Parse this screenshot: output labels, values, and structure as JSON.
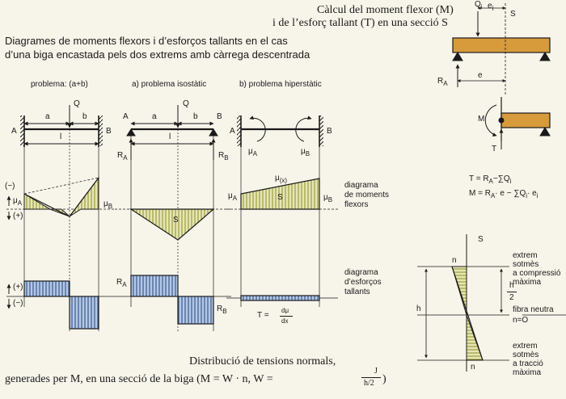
{
  "header": {
    "moment_title_1": "Càlcul del moment flexor (M)",
    "moment_title_2": "i de l’esforç tallant (T) en una secció S",
    "main_title_1": "Diagrames de moments flexors i d’esforços tallants en el cas",
    "main_title_2": "d’una biga encastada pels dos extrems amb càrrega descentrada"
  },
  "panels": {
    "left": "problema: (a+b)",
    "middle": "a) problema isostàtic",
    "right": "b) problema hiperstàtic"
  },
  "labels": {
    "A": "A",
    "B": "B",
    "Q": "Q",
    "a": "a",
    "b": "b",
    "l": "l",
    "RA": "R",
    "RA_sub": "A",
    "RB": "R",
    "RB_sub": "B",
    "mu": "μ",
    "mu_A_sub": "A",
    "mu_B_sub": "B",
    "mu_x_sub": "(x)",
    "S": "S",
    "minus": "(−)",
    "plus": "(+)",
    "Qi": "Q",
    "Qi_sub": "i",
    "ei": "e",
    "ei_sub": "i",
    "e": "e",
    "M": "M",
    "T": "T",
    "h": "h",
    "h_half_num": "h",
    "h_half_den": "2",
    "n": "n"
  },
  "annotations": {
    "moment_diagram": [
      "diagrama",
      "de moments",
      "flexors"
    ],
    "shear_diagram": [
      "diagrama",
      "d’esforços",
      "tallants"
    ],
    "compression": [
      "extrem",
      "sotmès",
      "a compressió",
      "màxima"
    ],
    "neutral": [
      "fibra neutra",
      "n=O"
    ],
    "traction": [
      "extrem",
      "sotmès",
      "a tracció",
      "màxima"
    ]
  },
  "formulas": {
    "T_eq": "T = R",
    "T_eq_tail": "−∑Q",
    "M_eq": "M = R",
    "M_eq_tail": "· e − ∑Q",
    "M_eq_end": "· e",
    "shear_eq": "T =",
    "shear_num": "dμ",
    "shear_den": "dx"
  },
  "footer": {
    "line1": "Distribució de tensions normals,",
    "line2": "generades per M, en una secció de la biga (M = W · n, W =",
    "frac_num": "J",
    "frac_den": "h/2",
    "close": ")"
  },
  "colors": {
    "line": "#1a1a1a",
    "hatch_moment": "#8c8e2c",
    "fill_moment": "#e6e6b4",
    "hatch_shear": "#3c5a8c",
    "fill_shear": "#b4c8e6",
    "beam": "#d79b3c",
    "background": "#f7f4ea"
  }
}
